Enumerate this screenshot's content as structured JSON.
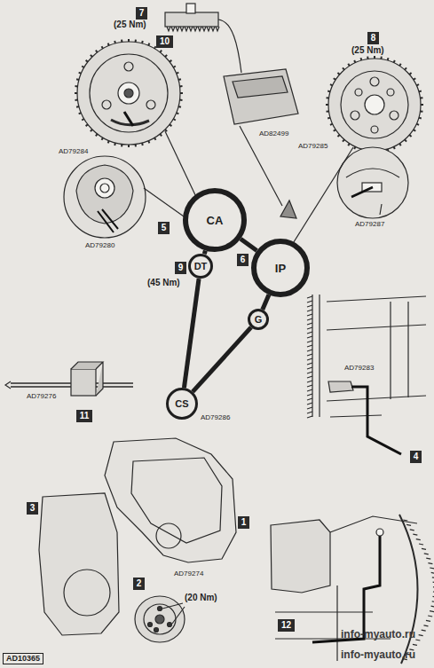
{
  "diagram": {
    "nodes": [
      {
        "text": [
          "7"
        ]
      },
      {
        "text": [
          "10"
        ]
      },
      {
        "text": [
          "8"
        ]
      },
      {
        "text": [
          "CA"
        ]
      },
      {
        "text": [
          "5"
        ]
      },
      {
        "text": [
          "DT"
        ]
      },
      {
        "text": [
          "9"
        ]
      },
      {
        "text": [
          "6"
        ]
      },
      {
        "text": [
          "IP"
        ]
      },
      {
        "text": [
          "G"
        ]
      },
      {
        "text": [
          "11"
        ]
      },
      {
        "text": [
          "CS"
        ]
      },
      {
        "text": [
          "4"
        ]
      },
      {
        "text": [
          "1"
        ]
      },
      {
        "text": [
          "3"
        ]
      },
      {
        "text": [
          "2"
        ]
      },
      {
        "text": [
          "12"
        ]
      },
      {
        "text": [
          "AD10365"
        ]
      }
    ],
    "edges": [
      {
        "from": 11,
        "to": 5,
        "arrow": "none"
      },
      {
        "from": 5,
        "to": 3,
        "arrow": "none"
      },
      {
        "from": 3,
        "to": 8,
        "arrow": "none"
      },
      {
        "from": 8,
        "to": 9,
        "arrow": "none"
      },
      {
        "from": 9,
        "to": 11,
        "arrow": "none"
      }
    ],
    "labels": [
      "(25 Nm)",
      "AD82499",
      "(25 Nm)",
      "AD79284",
      "AD79285",
      "AD79280",
      "AD79287",
      "(45 Nm)",
      "AD79276",
      "AD79286",
      "AD79283",
      "(20 Nm)",
      "AD79274",
      "info-myauto.ru",
      "info-myauto.ru"
    ]
  }
}
